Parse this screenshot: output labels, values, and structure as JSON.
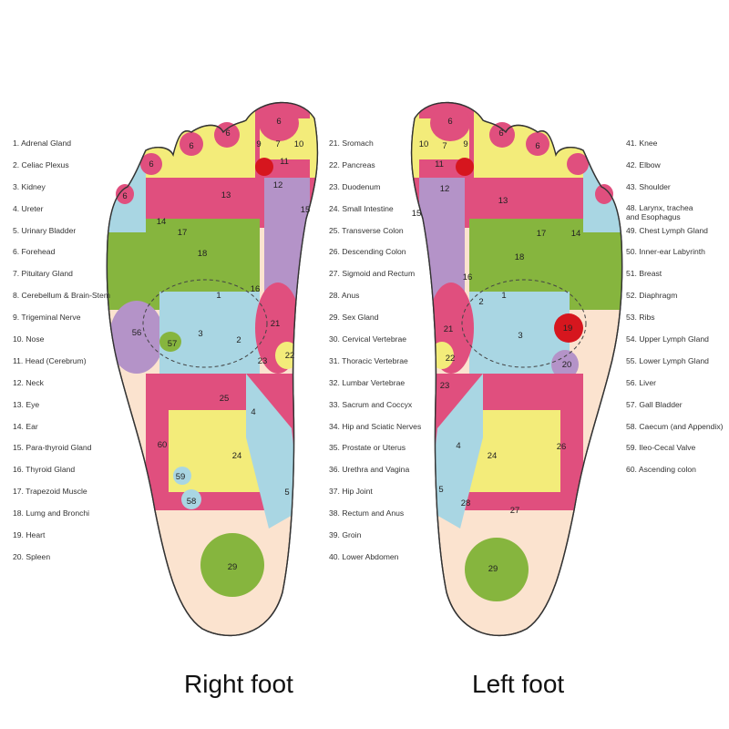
{
  "legend": {
    "col1": [
      "1. Adrenal Gland",
      "2. Celiac Plexus",
      "3. Kidney",
      "4. Ureter",
      "5. Urinary Bladder",
      "6. Forehead",
      "7. Pituitary Gland",
      "8. Cerebellum & Brain-Stem",
      "9. Trigeminal Nerve",
      "10. Nose",
      "11. Head (Cerebrum)",
      "12. Neck",
      "13. Eye",
      "14. Ear",
      "15. Para-thyroid Gland",
      "16. Thyroid Gland",
      "17. Trapezoid Muscle",
      "18. Lumg and Bronchi",
      "19. Heart",
      "20. Spleen"
    ],
    "col2": [
      "21. Sromach",
      "22. Pancreas",
      "23. Duodenum",
      "24. Small Intestine",
      "25. Transverse Colon",
      "26. Descending Colon",
      "27. Sigmoid and Rectum",
      "28. Anus",
      "29. Sex Gland",
      "30. Cervical Vertebrae",
      "31. Thoracic Vertebrae",
      "32. Lumbar Vertebrae",
      "33. Sacrum and Coccyx",
      "34. Hip and Sciatic Nerves",
      "35. Prostate or Uterus",
      "36. Urethra and Vagina",
      "37. Hip Joint",
      "38. Rectum and Anus",
      "39. Groin",
      "40. Lower Abdomen"
    ],
    "col3": [
      "41. Knee",
      "42. Elbow",
      "43. Shoulder",
      "48. Larynx, trachea\nand Esophagus",
      "49. Chest Lymph Gland",
      "50. Inner-ear Labyrinth",
      "51. Breast",
      "52. Diaphragm",
      "53. Ribs",
      "54. Upper Lymph Gland",
      "55. Lower Lymph Gland",
      "56. Liver",
      "57. Gall Bladder",
      "58. Caecum (and Appendix)",
      "59. Ileo-Cecal Valve",
      "60. Ascending colon"
    ]
  },
  "captions": {
    "right": "Right foot",
    "left": "Left foot"
  },
  "zone_labels": {
    "right": [
      "6",
      "7",
      "10",
      "9",
      "6",
      "6",
      "11",
      "12",
      "13",
      "6",
      "6",
      "15",
      "14",
      "17",
      "18",
      "16",
      "1",
      "56",
      "3",
      "2",
      "57",
      "21",
      "22",
      "23",
      "25",
      "4",
      "60",
      "24",
      "59",
      "58",
      "5",
      "29"
    ],
    "left": [
      "6",
      "10",
      "7",
      "9",
      "11",
      "6",
      "6",
      "12",
      "13",
      "15",
      "14",
      "17",
      "18",
      "16",
      "2",
      "1",
      "3",
      "19",
      "21",
      "22",
      "20",
      "23",
      "4",
      "24",
      "26",
      "5",
      "28",
      "27",
      "29"
    ]
  },
  "colors": {
    "pink": "#e04f7e",
    "yellow": "#f3ec7a",
    "green": "#86b53e",
    "blue": "#a9d6e3",
    "purple": "#b493c8",
    "red": "#d6161e",
    "peach": "#fbe3cf"
  }
}
